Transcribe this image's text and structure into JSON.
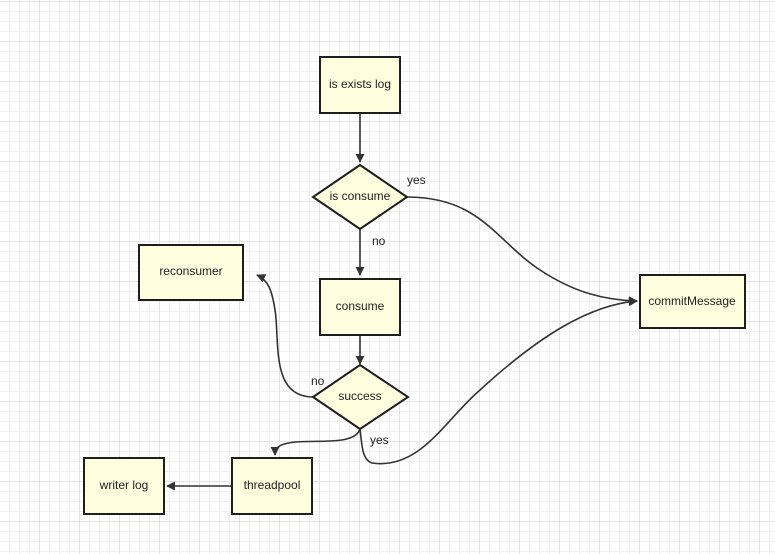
{
  "nodes": {
    "is_exists_log": "is exists log",
    "is_consume": "is consume",
    "consume": "consume",
    "reconsumer": "reconsumer",
    "success": "success",
    "commit_message": "commitMessage",
    "threadpool": "threadpool",
    "writer_log": "writer log"
  },
  "edge_labels": {
    "is_consume_yes": "yes",
    "is_consume_no": "no",
    "success_no": "no",
    "success_yes": "yes"
  },
  "colors": {
    "node_fill": "#ffffe0",
    "node_stroke": "#1e1e1e",
    "edge": "#333333"
  }
}
